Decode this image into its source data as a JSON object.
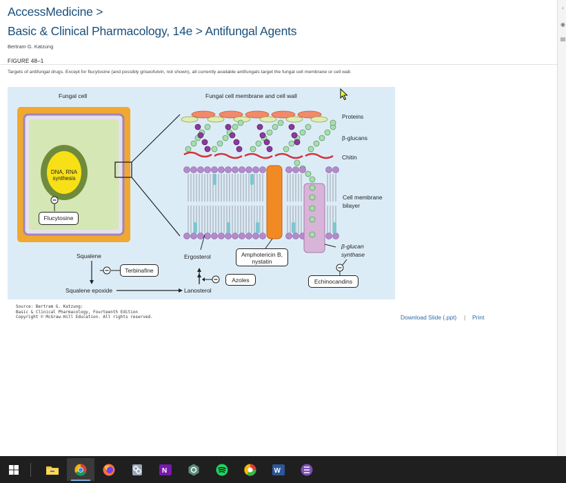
{
  "header": {
    "breadcrumb": "AccessMedicine >",
    "title": "Basic & Clinical Pharmacology, 14e > Antifungal Agents",
    "author": "Bertram G. Katzung"
  },
  "figure": {
    "label": "FIGURE 48–1",
    "caption": "Targets of antifungal drugs. Except for flucytosine (and possibly griseofulvin, not shown), all currently available antifungals target the fungal cell membrane or cell wall.",
    "panel_left_title": "Fungal cell",
    "panel_right_title": "Fungal cell membrane and cell wall",
    "nucleus_label_line1": "DNA, RNA",
    "nucleus_label_line2": "synthesis",
    "flucytosine": "Flucytosine",
    "proteins": "Proteins",
    "beta_glucans": "β-glucans",
    "chitin": "Chitin",
    "cell_membrane_line1": "Cell membrane",
    "cell_membrane_line2": "bilayer",
    "glucan_synthase_line1": "β-glucan",
    "glucan_synthase_line2": "synthase",
    "squalene": "Squalene",
    "terbinafine": "Terbinafine",
    "squalene_epoxide": "Squalene epoxide",
    "ergosterol": "Ergosterol",
    "lanosterol": "Lanosterol",
    "amphotericin_line1": "Amphotericin B,",
    "amphotericin_line2": "nystatin",
    "azoles": "Azoles",
    "echinocandins": "Echinocandins",
    "inhibit_symbol": "−"
  },
  "source": {
    "line1": "Source: Bertram G. Katzung:",
    "line2": "Basic & Clinical Pharmacology, Fourteenth Edition",
    "line3": "Copyright © McGraw-Hill Education. All rights reserved."
  },
  "actions": {
    "download": "Download Slide (.ppt)",
    "separator": "|",
    "print": "Print"
  },
  "rail": {
    "collapse_glyph": "‹",
    "view_glyph": "◉",
    "notes_glyph": "▤"
  },
  "taskbar": {
    "items": [
      "windows-start",
      "file-explorer",
      "chrome",
      "firefox",
      "snipping-tool",
      "onenote",
      "app-settings",
      "spotify",
      "edge",
      "word",
      "emacs"
    ]
  },
  "colors": {
    "heading_blue": "#1a4f7a",
    "link_blue": "#2a6aa8",
    "figure_bg": "#dcecf7",
    "cell_wall_orange": "#f0a830",
    "membrane_purple": "#a985c8",
    "cytoplasm_green": "#d4e7b5",
    "nucleus_yellow": "#f7e017",
    "taskbar_bg": "#1f1f1f"
  }
}
